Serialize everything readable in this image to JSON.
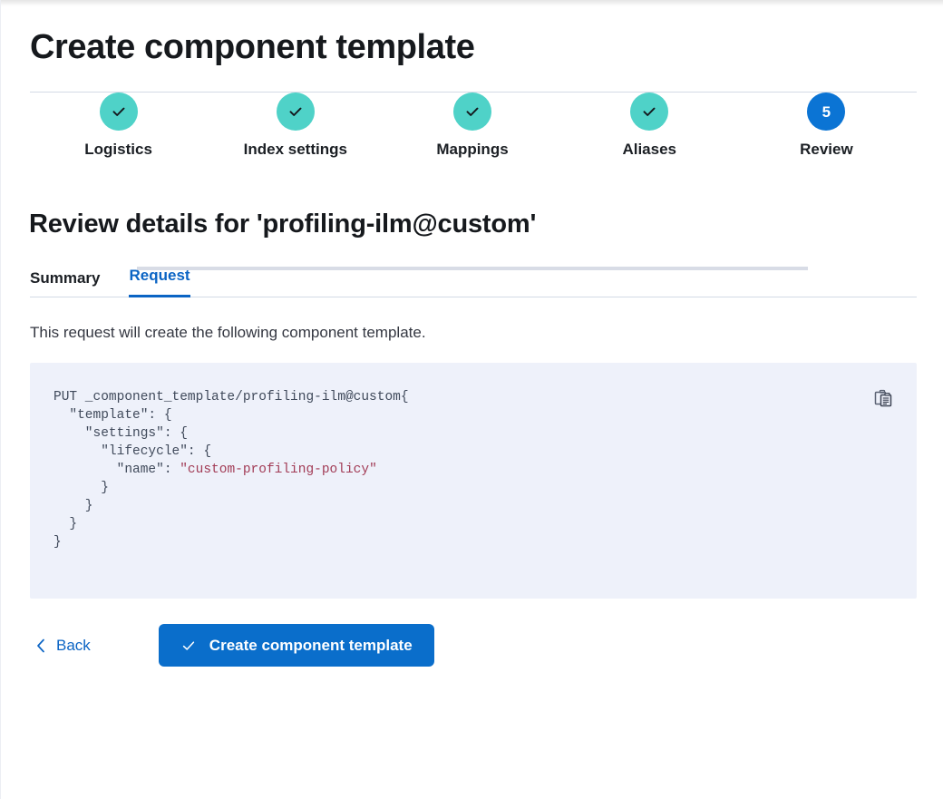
{
  "page": {
    "title": "Create component template"
  },
  "stepper": {
    "steps": [
      {
        "label": "Logistics",
        "state": "complete",
        "number": "1",
        "icon": "check-icon"
      },
      {
        "label": "Index settings",
        "state": "complete",
        "number": "2",
        "icon": "check-icon"
      },
      {
        "label": "Mappings",
        "state": "complete",
        "number": "3",
        "icon": "check-icon"
      },
      {
        "label": "Aliases",
        "state": "complete",
        "number": "4",
        "icon": "check-icon"
      },
      {
        "label": "Review",
        "state": "current",
        "number": "5",
        "icon": ""
      }
    ]
  },
  "review": {
    "heading": "Review details for 'profiling-ilm@custom'",
    "tabs": [
      {
        "label": "Summary",
        "active": false
      },
      {
        "label": "Request",
        "active": true
      }
    ],
    "description": "This request will create the following component template.",
    "code": {
      "request_line": "PUT _component_template/profiling-ilm@custom",
      "body_before_value": "{\n  \"template\": {\n    \"settings\": {\n      \"lifecycle\": {\n        \"name\": ",
      "string_value": "\"custom-profiling-policy\"",
      "body_after_value": "\n      }\n    }\n  }\n}",
      "copy_icon": "copy-icon"
    }
  },
  "actions": {
    "back_label": "Back",
    "back_icon": "chevron-left-icon",
    "submit_label": "Create component template",
    "submit_icon": "check-icon"
  },
  "colors": {
    "accent_blue": "#0a6ecb",
    "link_blue": "#0b64c4",
    "step_complete_teal": "#4fd2c8",
    "step_current_blue": "#0b74d4",
    "code_background": "#eef1fa",
    "code_string": "#a23c56",
    "rule_gray": "#d3dae6"
  }
}
